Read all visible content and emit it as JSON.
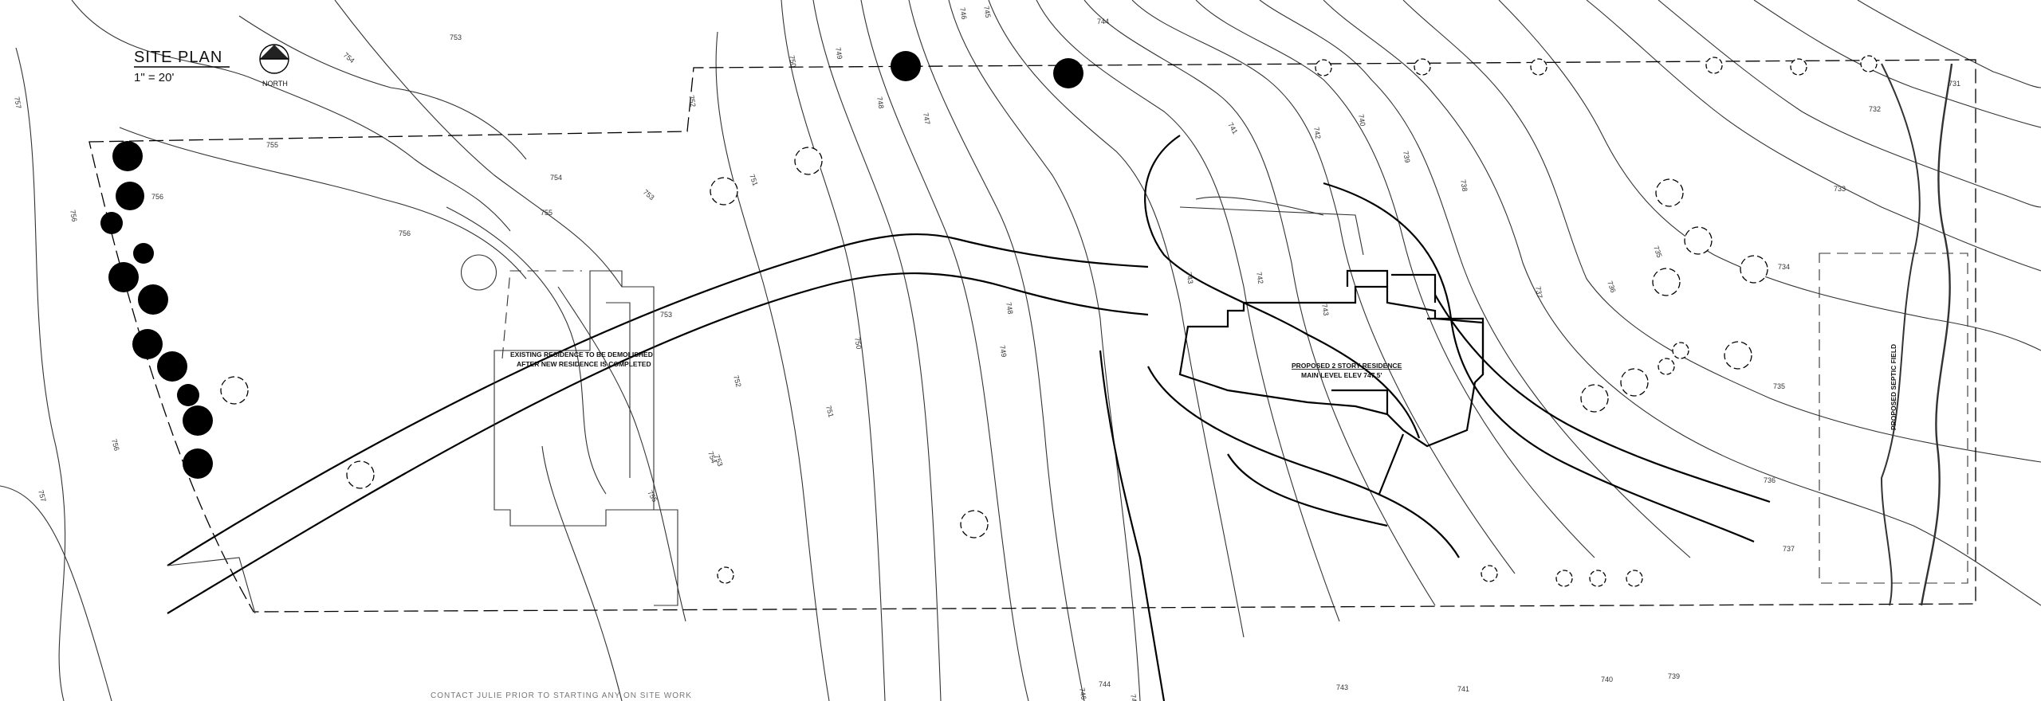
{
  "title": "SITE PLAN",
  "scale": "1\" = 20'",
  "north_label": "NORTH",
  "existing_note": [
    "EXISTING RESIDENCE TO BE DEMOLISHED",
    "AFTER NEW RESIDENCE IS COMPLETED"
  ],
  "proposed_note": [
    "PROPOSED 2 STORY RESIDENCE",
    "MAIN LEVEL ELEV 747.5'"
  ],
  "septic_label": "PROPOSED SEPTIC FIELD",
  "footer": "CONTACT JULIE PRIOR TO STARTING ANY ON SITE WORK",
  "contour_labels": [
    "757",
    "756",
    "755",
    "754",
    "753",
    "752",
    "751",
    "750",
    "749",
    "748",
    "747",
    "746",
    "745",
    "744",
    "743",
    "742",
    "741",
    "740",
    "739",
    "738",
    "737",
    "736",
    "735",
    "734",
    "733",
    "732",
    "731"
  ]
}
